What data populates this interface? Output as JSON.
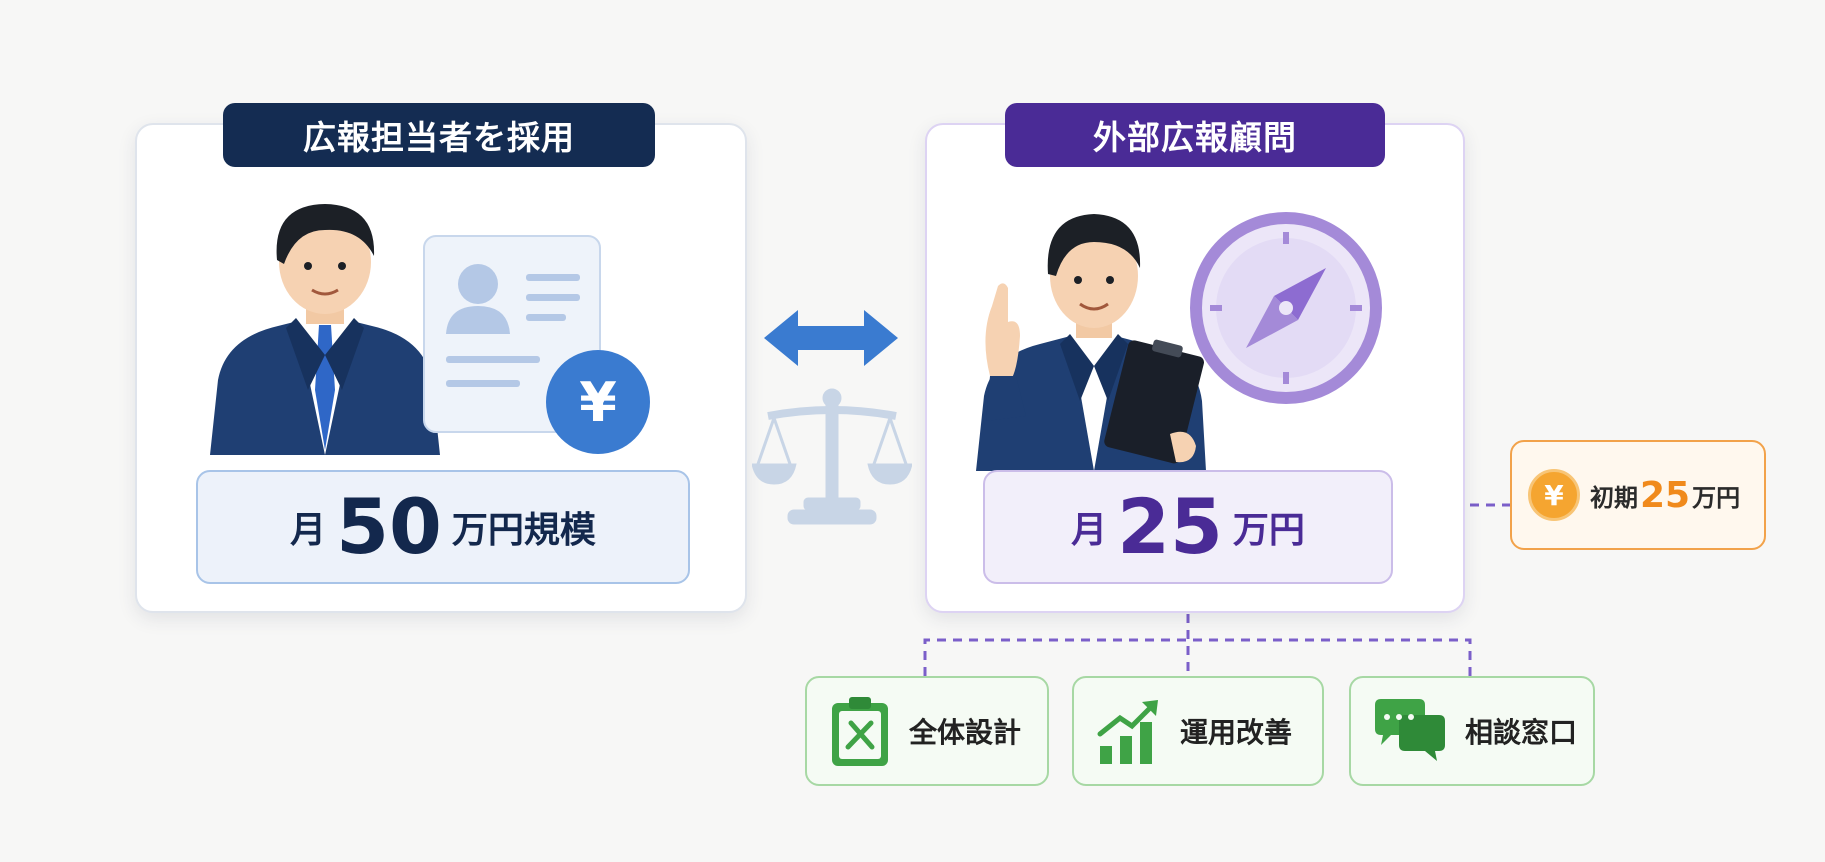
{
  "left_option": {
    "title": "広報担当者を採用",
    "price_prefix": "月",
    "price_value": "50",
    "price_suffix": "万円規模",
    "badge_symbol": "¥"
  },
  "right_option": {
    "title": "外部広報顧問",
    "price_prefix": "月",
    "price_value": "25",
    "price_suffix": "万円"
  },
  "initial_fee": {
    "symbol": "¥",
    "label": "初期",
    "value": "25",
    "unit": "万円"
  },
  "features": [
    {
      "label": "全体設計",
      "icon": "clipboard-tools-icon"
    },
    {
      "label": "運用改善",
      "icon": "growth-chart-icon"
    },
    {
      "label": "相談窓口",
      "icon": "chat-bubbles-icon"
    }
  ],
  "colors": {
    "navy": "#142c52",
    "purple": "#4a2b96",
    "orange": "#f08a1c",
    "green": "#3fa346",
    "blue": "#3a7bd0"
  }
}
